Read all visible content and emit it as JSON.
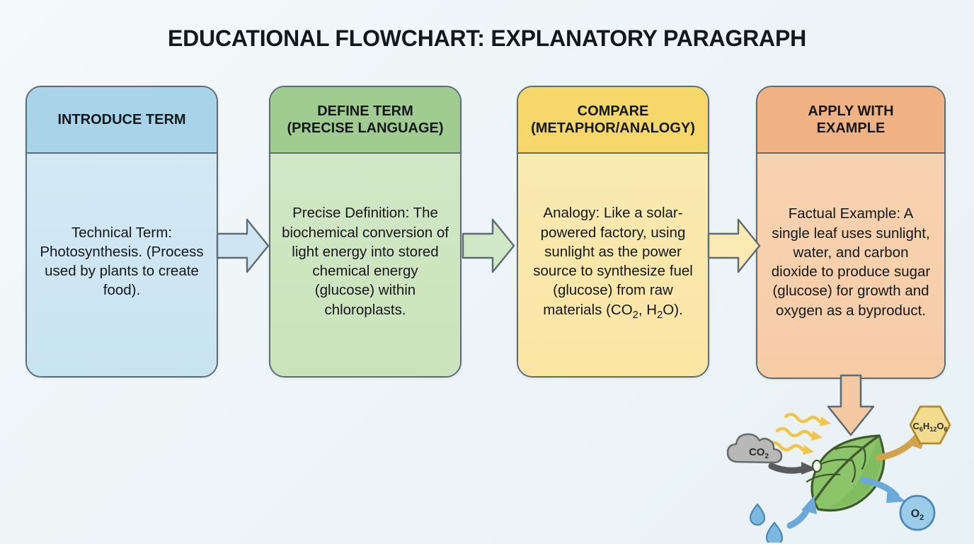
{
  "page": {
    "title": "EDUCATIONAL FLOWCHART: EXPLANATORY PARAGRAPH",
    "background_color": "#eef5f8",
    "border_color": "#5d6b75",
    "text_color": "#14181c"
  },
  "flow": {
    "steps": [
      {
        "id": "introduce-term",
        "header_line1": "INTRODUCE TERM",
        "header_line2": "",
        "body": "Technical Term: Photosynthesis. (Process used by plants to create food).",
        "header_color": "#a9d3e9",
        "body_color": "#d0e7f3",
        "arrow_color": "#cfe5f2"
      },
      {
        "id": "define-term",
        "header_line1": "DEFINE TERM",
        "header_line2": "(PRECISE LANGUAGE)",
        "body": "Precise Definition: The biochemical conversion of light energy into stored chemical energy (glucose) within chloroplasts.",
        "header_color": "#a0cc92",
        "body_color": "#cfe5c2",
        "arrow_color": "#d2e7c5"
      },
      {
        "id": "compare",
        "header_line1": "COMPARE",
        "header_line2": "(METAPHOR/ANALOGY)",
        "body_prefix": "Analogy: Like a solar-powered factory, using sunlight as the power source to synthesize fuel (glucose) from raw materials (CO",
        "body_sub1": "2",
        "body_mid": ", H",
        "body_sub2": "2",
        "body_suffix": "O).",
        "header_color": "#f5d76a",
        "body_color": "#fae9ae",
        "arrow_color": "#fbeab1"
      },
      {
        "id": "apply-with-example",
        "header_line1": "APPLY WITH",
        "header_line2": "EXAMPLE",
        "body": "Factual Example: A single leaf uses sunlight, water, and carbon dioxide to produce sugar (glucose) for growth and oxygen as a byproduct.",
        "header_color": "#f2b384",
        "body_color": "#f7d0ac",
        "arrow_color": "#f6c9a2"
      }
    ]
  },
  "illustration": {
    "name": "photosynthesis-diagram",
    "down_arrow_color": "#f6c9a2",
    "labels": {
      "co2_prefix": "CO",
      "co2_sub": "2",
      "o2_prefix": "O",
      "o2_sub": "2",
      "glucose_c": "C",
      "glucose_c_sub": "6",
      "glucose_h": "H",
      "glucose_h_sub": "12",
      "glucose_o": "O",
      "glucose_o_sub": "6"
    },
    "colors": {
      "leaf": "#8cc46a",
      "leaf_dark": "#6fa94f",
      "leaf_outline": "#3f5a2c",
      "sunlight": "#f5c842",
      "cloud": "#b3b3b3",
      "cloud_outline": "#6e6e6e",
      "water": "#6aa9d9",
      "oxygen": "#9ccde8",
      "glucose": "#f2dd8f",
      "glucose_outline": "#b5912f"
    }
  }
}
